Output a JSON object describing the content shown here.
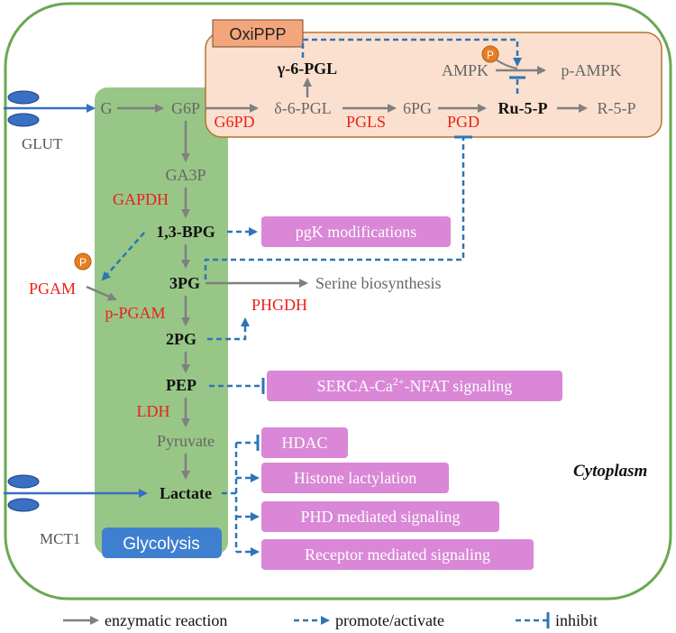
{
  "title_box": {
    "oxippp": "OxiPPP"
  },
  "labels": {
    "glut": "GLUT",
    "mct1": "MCT1",
    "glycolysis": "Glycolysis",
    "cytoplasm": "Cytoplasm",
    "phospho": "P"
  },
  "metabolites": {
    "g": "G",
    "g6p": "G6P",
    "d6pgl": "δ-6-PGL",
    "g6pgl": "γ-6-PGL",
    "sixpg": "6PG",
    "ru5p": "Ru-5-P",
    "r5p": "R-5-P",
    "ampk": "AMPK",
    "pampk": "p-AMPK",
    "ga3p": "GA3P",
    "bpg13": "1,3-BPG",
    "threepg": "3PG",
    "twopg": "2PG",
    "pep": "PEP",
    "pyruvate": "Pyruvate",
    "lactate": "Lactate",
    "serine": "Serine biosynthesis"
  },
  "enzymes": {
    "g6pd": "G6PD",
    "pgls": "PGLS",
    "pgd": "PGD",
    "gapdh": "GAPDH",
    "pgam": "PGAM",
    "ppgam": "p-PGAM",
    "phgdh": "PHGDH",
    "ldh": "LDH"
  },
  "effects": {
    "pgk": "pgK modifications",
    "serca_pre": "SERCA-Ca",
    "serca_sup": "2+",
    "serca_post": "-NFAT signaling",
    "hdac": "HDAC",
    "histone": "Histone lactylation",
    "phd": "PHD mediated signaling",
    "receptor": "Receptor mediated signaling"
  },
  "legend": {
    "enzymatic": "enzymatic reaction",
    "promote": "promote/activate",
    "inhibit": "inhibit"
  },
  "colors": {
    "cell_border": "#6aa84f",
    "glycolysis_band": "#8dc07a",
    "oxippp_fill": "#fbe0cf",
    "oxippp_border": "#b5722f",
    "effect_box": "#d987d6",
    "enzyme_red": "#e8221a",
    "arrow_gray": "#808080",
    "arrow_blue": "#2e75b6",
    "glycolysis_label_bg": "#3f7fd0",
    "phospho_orange": "#e67e22"
  }
}
